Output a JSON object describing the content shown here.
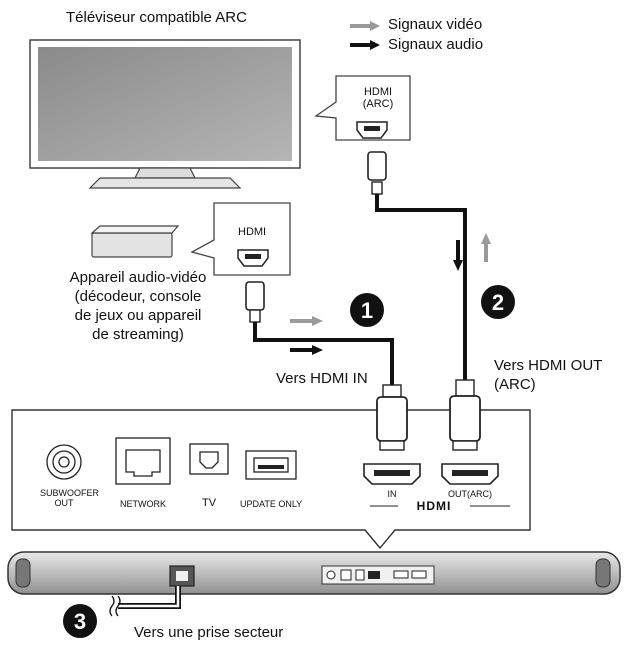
{
  "tv": {
    "title": "Téléviseur compatible ARC",
    "port_label_line1": "HDMI",
    "port_label_line2": "(ARC)"
  },
  "legend": {
    "video": "Signaux vidéo",
    "audio": "Signaux audio"
  },
  "device": {
    "line1": "Appareil audio-vidéo",
    "line2": "(décodeur, console",
    "line3": "de jeux ou appareil",
    "line4": "de streaming)",
    "port_label": "HDMI"
  },
  "steps": {
    "one": "1",
    "two": "2",
    "three": "3"
  },
  "labels": {
    "hdmi_in": "Vers HDMI IN",
    "hdmi_out_line1": "Vers HDMI OUT",
    "hdmi_out_line2": "(ARC)",
    "outlet": "Vers une prise secteur"
  },
  "panel": {
    "subwoofer_line1": "SUBWOOFER",
    "subwoofer_line2": "OUT",
    "network": "NETWORK",
    "tv": "TV",
    "update": "UPDATE ONLY",
    "in": "IN",
    "out_arc": "OUT(ARC)",
    "hdmi_logo": "HDMI"
  },
  "colors": {
    "video_arrow": "#9a9a9a",
    "audio_arrow": "#111111"
  }
}
